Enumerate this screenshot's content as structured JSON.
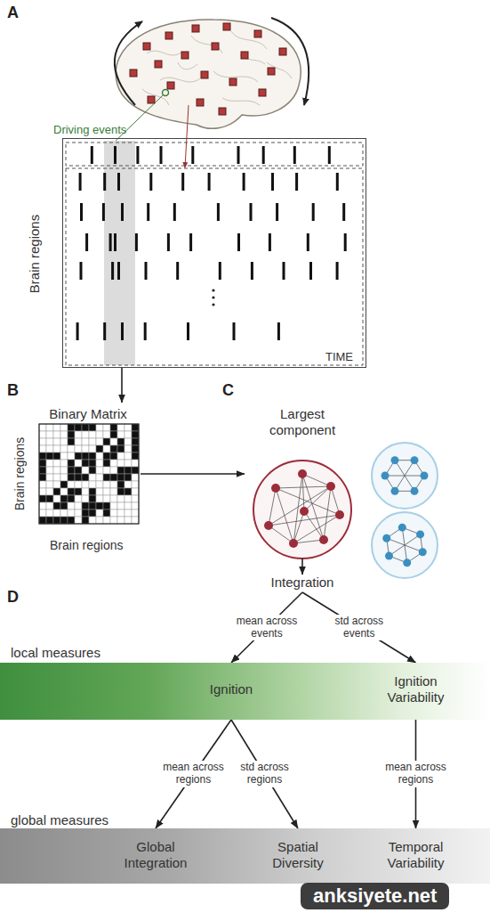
{
  "diagram": {
    "nodes": [
      {
        "text": [
          "TIME"
        ]
      },
      {
        "text": [
          "Binary Matrix"
        ]
      },
      {
        "text": [
          "Largest component"
        ]
      },
      {
        "text": [
          "Integration"
        ]
      },
      {
        "text": [
          "local measures"
        ]
      },
      {
        "text": [
          "Ignition"
        ],
        "in": 4
      },
      {
        "text": [
          "Ignition Variability"
        ],
        "in": 4
      },
      {
        "text": [
          "global measures"
        ]
      },
      {
        "text": [
          "Global Integration"
        ],
        "in": 7
      },
      {
        "text": [
          "Spatial Diversity"
        ],
        "in": 7
      },
      {
        "text": [
          "Temporal Variability"
        ],
        "in": 7
      }
    ],
    "edges": [
      {
        "from": 0,
        "to": 1,
        "arrow": "to"
      },
      {
        "from": 1,
        "to": 2,
        "arrow": "to"
      },
      {
        "from": 2,
        "to": 3,
        "arrow": "to"
      },
      {
        "from": 3,
        "to": 5,
        "label": "mean across events",
        "arrow": "to"
      },
      {
        "from": 3,
        "to": 6,
        "label": "std across events",
        "arrow": "to"
      },
      {
        "from": 5,
        "to": 8,
        "label": "mean across regions",
        "arrow": "to"
      },
      {
        "from": 5,
        "to": 9,
        "label": "std across regions",
        "arrow": "to"
      },
      {
        "from": 6,
        "to": 10,
        "label": "mean across regions",
        "arrow": "to"
      }
    ],
    "labels": [
      "A",
      "B",
      "C",
      "D",
      "Driving events",
      "Brain regions",
      "Brain regions",
      "Brain regions",
      "anksiyete.net"
    ]
  }
}
